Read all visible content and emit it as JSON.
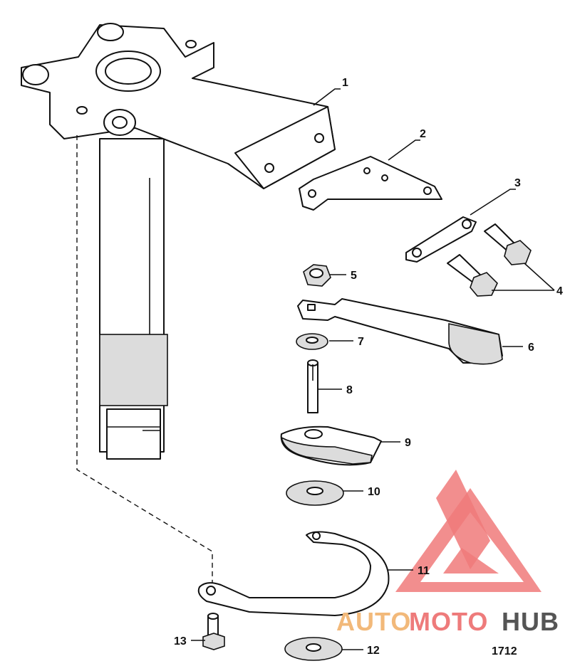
{
  "figure_number": "1712",
  "watermark": {
    "text_a": "AUTO",
    "text_b": "MOTO",
    "text_c": "HUB",
    "color_a": "#f2b97a",
    "color_b": "#ee7b7b",
    "color_c": "#555555",
    "triangle_color": "#f07a7a"
  },
  "callouts": [
    {
      "id": 1,
      "label": "1"
    },
    {
      "id": 2,
      "label": "2"
    },
    {
      "id": 3,
      "label": "3"
    },
    {
      "id": 4,
      "label": "4"
    },
    {
      "id": 5,
      "label": "5"
    },
    {
      "id": 6,
      "label": "6"
    },
    {
      "id": 7,
      "label": "7"
    },
    {
      "id": 8,
      "label": "8"
    },
    {
      "id": 9,
      "label": "9"
    },
    {
      "id": 10,
      "label": "10"
    },
    {
      "id": 11,
      "label": "11"
    },
    {
      "id": 12,
      "label": "12"
    },
    {
      "id": 13,
      "label": "13"
    }
  ]
}
